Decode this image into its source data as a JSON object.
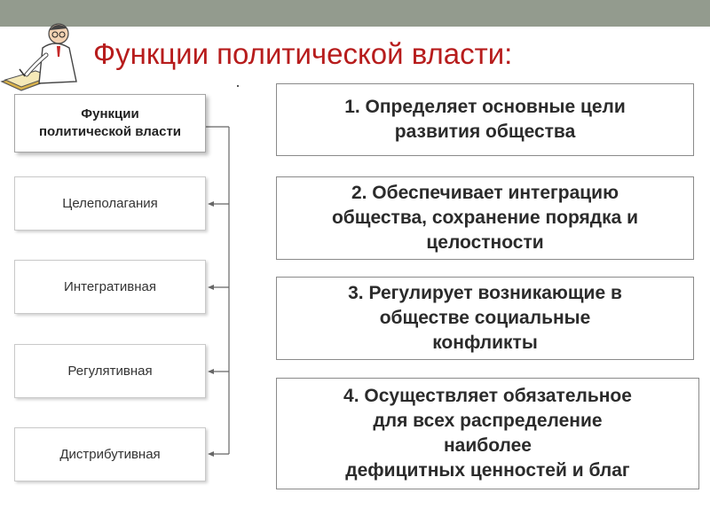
{
  "slide": {
    "title": "Функции политической власти:",
    "title_color": "#b71c1c",
    "clipart_icon": "doctor-writing-icon"
  },
  "diagram": {
    "header": {
      "line1": "Функции",
      "line2": "политической власти"
    },
    "functions": [
      "Целеполагания",
      "Интегративная",
      "Регулятивная",
      "Дистрибутивная"
    ]
  },
  "descriptions": [
    {
      "lines": [
        "1.  Определяет основные цели",
        "развития общества"
      ]
    },
    {
      "lines": [
        "2. Обеспечивает интеграцию",
        "общества, сохранение порядка и",
        "целостности"
      ]
    },
    {
      "lines": [
        "3. Регулирует возникающие в",
        "обществе социальные",
        "конфликты"
      ]
    },
    {
      "lines": [
        "4. Осуществляет обязательное",
        "для всех распределение",
        "наиболее",
        "дефицитных ценностей и благ"
      ]
    }
  ]
}
